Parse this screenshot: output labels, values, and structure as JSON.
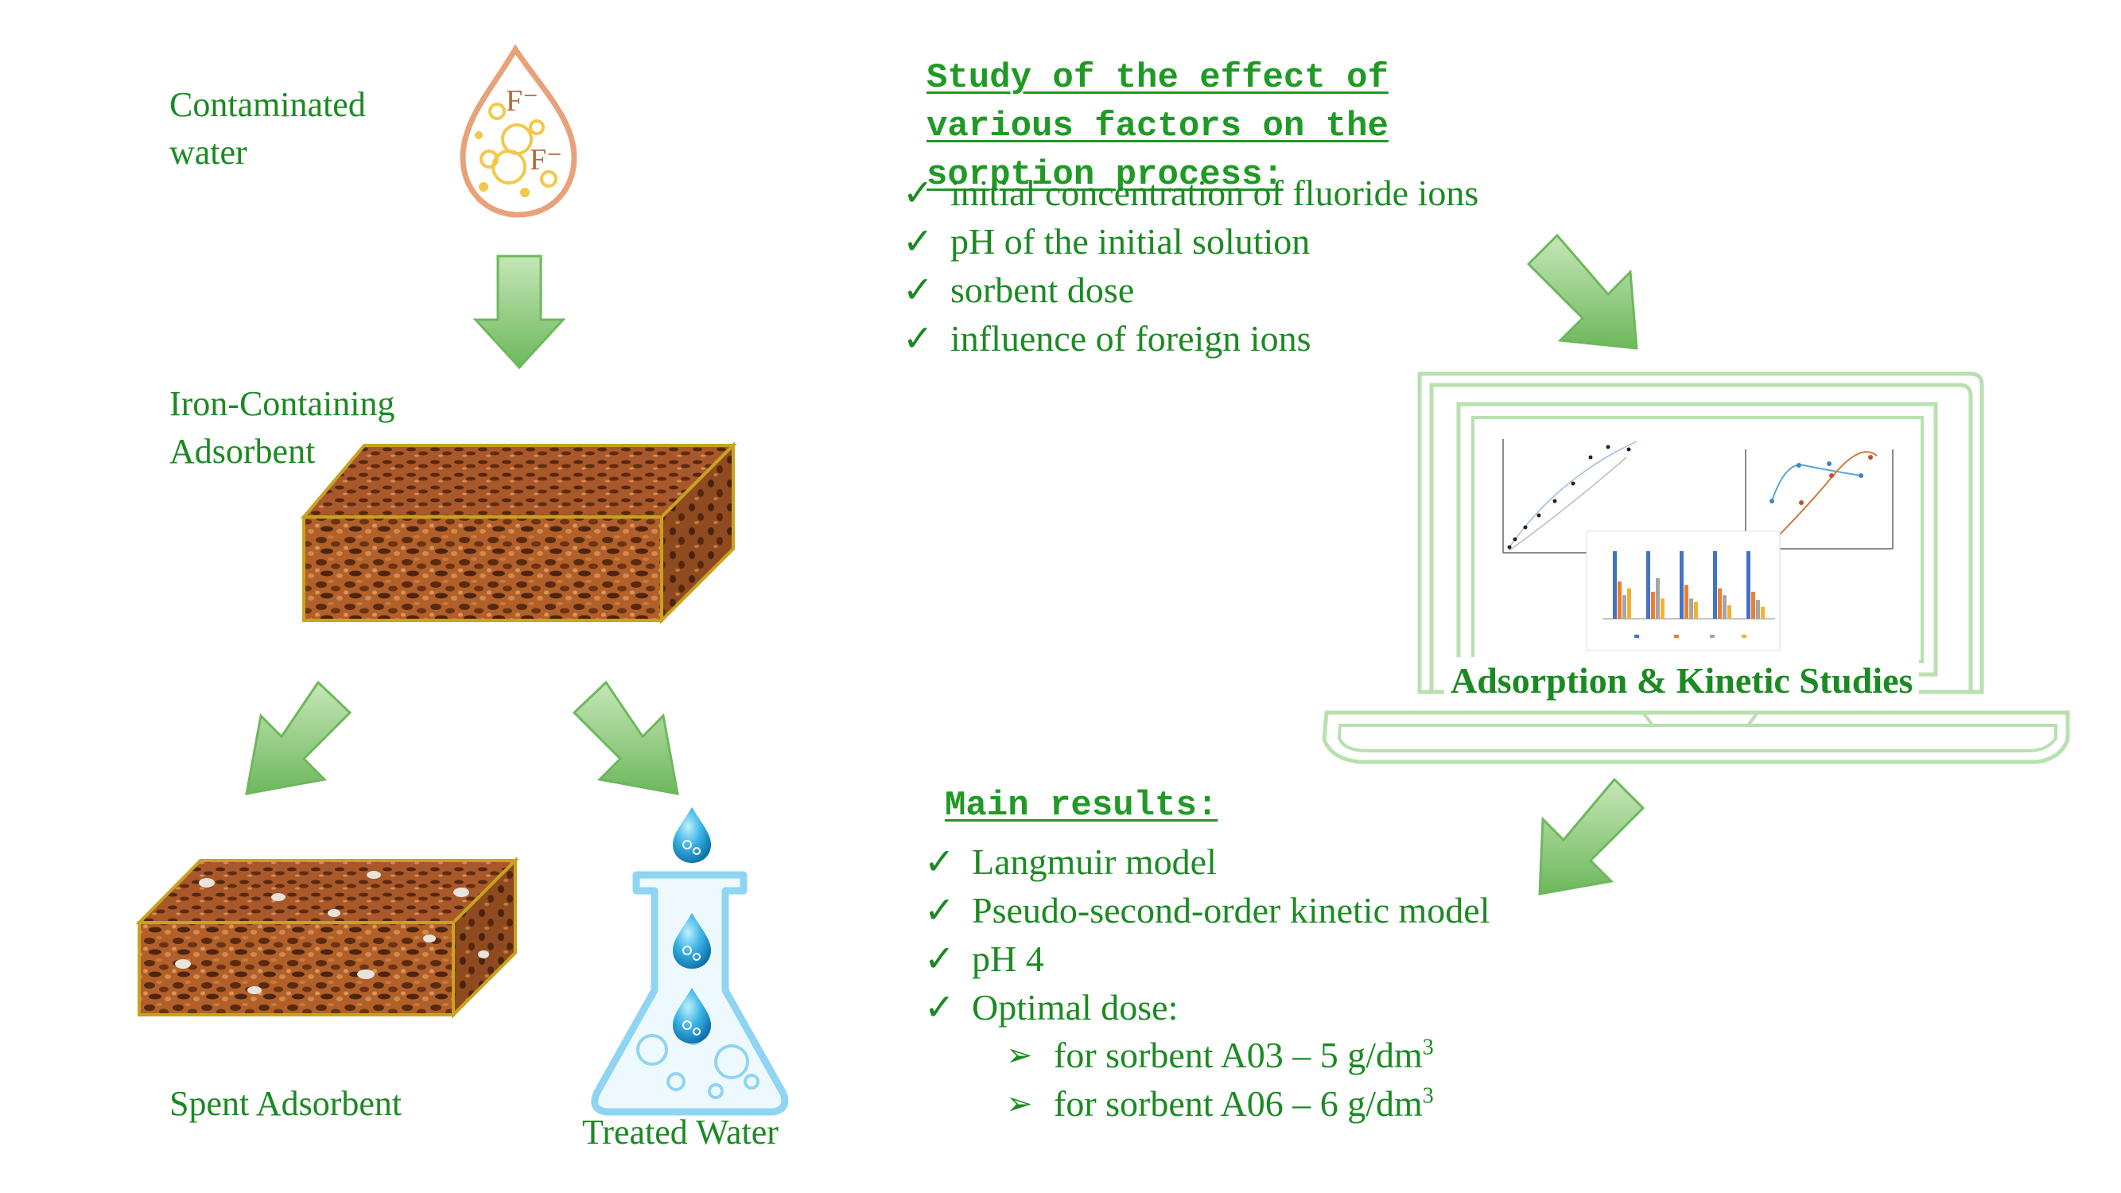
{
  "labels": {
    "contaminated_line1": "Contaminated",
    "contaminated_line2": "water",
    "adsorbent_line1": "Iron-Containing",
    "adsorbent_line2": "Adsorbent",
    "spent": "Spent Adsorbent",
    "treated": "Treated Water",
    "ion": "F⁻"
  },
  "study": {
    "heading_line1": "Study of the effect of",
    "heading_line2": "various factors on the",
    "heading_line3": "sorption process:",
    "marker": "✓",
    "items": [
      "initial concentration of fluoride ions",
      "pH of the initial solution",
      "sorbent dose",
      "influence of foreign ions"
    ]
  },
  "laptop": {
    "title": "Adsorption & Kinetic Studies"
  },
  "results": {
    "heading": "Main results:",
    "marker": "✓",
    "sub_marker": "➢",
    "items": [
      "Langmuir model",
      "Pseudo-second-order kinetic model",
      "pH 4",
      "Optimal dose:"
    ],
    "doses": [
      {
        "text": "for sorbent A03 – 5 g/dm",
        "sup": "3"
      },
      {
        "text": "for sorbent A06 – 6 g/dm",
        "sup": "3"
      }
    ]
  },
  "colors": {
    "text_green": "#1b8a22",
    "arrow_green": "#8ccf7a",
    "drop_outline": "#e8a27a",
    "bubble_yellow": "#f2c84a",
    "adsorbent_brown": "#b5622b",
    "adsorbent_edge": "#c9a21e",
    "flask_blue": "#8fd4f2",
    "bar_blue": "#4472c4",
    "bar_orange": "#ed7d31",
    "bar_gold": "#f2b134"
  }
}
